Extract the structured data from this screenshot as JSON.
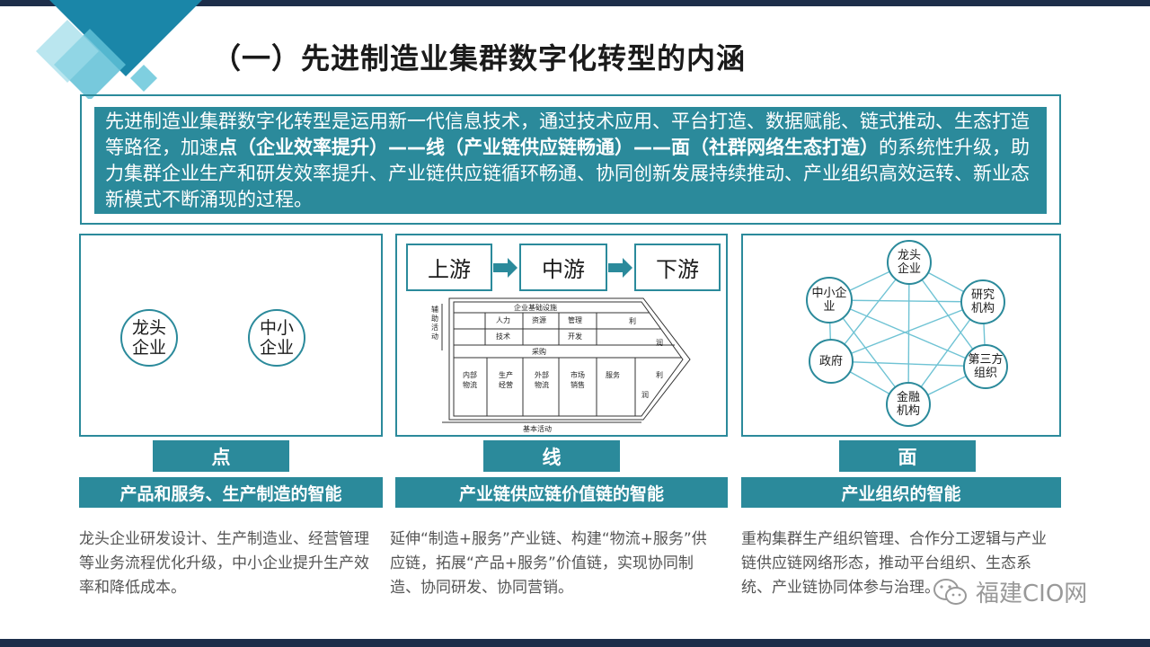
{
  "title": "（一）先进制造业集群数字化转型的内涵",
  "intro": {
    "part1": "先进制造业集群数字化转型是运用新一代信息技术，通过技术应用、平台打造、数据赋能、链式推动、生态打造等路径，加速",
    "bold1": "点（企业效率提升）——线（产业链供应链畅通）——面（社群网络生态打造）",
    "part2": "的系统性升级，助力集群企业生产和研发效率提升、产业链供应链循环畅通、协同创新发展持续推动、产业组织高效运转、新业态新模式不断涌现的过程。"
  },
  "panel_point": {
    "node_left": "龙头\n企业",
    "node_right": "中小\n企业"
  },
  "panel_line": {
    "upstream": "上游",
    "midstream": "中游",
    "downstream": "下游",
    "vc": {
      "infra": "企业基础设施",
      "hr": "人力",
      "resource": "资源",
      "manage": "管理",
      "tech": "技术",
      "develop": "开发",
      "purchase": "采购",
      "support_label": "辅助活动",
      "inbound": "内部物流",
      "production": "生产经营",
      "outbound": "外部物流",
      "marketing": "市场销售",
      "service": "服务",
      "basic_label": "基本活动",
      "li1": "利",
      "run1": "润",
      "li2": "利",
      "run2": "润"
    }
  },
  "panel_surface": {
    "nodes": {
      "leader": "龙头\n企业",
      "sme": "中小企\n业",
      "research": "研究\n机构",
      "gov": "政府",
      "third": "第三方\n组织",
      "finance": "金融\n机构"
    }
  },
  "tabs": {
    "point": "点",
    "line": "线",
    "surface": "面"
  },
  "bands": {
    "point": "产品和服务、生产制造的智能",
    "line": "产业链供应链价值链的智能",
    "surface": "产业组织的智能"
  },
  "desc": {
    "point": "龙头企业研发设计、生产制造业、经营管理等业务流程优化升级，中小企业提升生产效率和降低成本。",
    "line": "延伸“制造+服务”产业链、构建“物流+服务”供应链，拓展“产品+服务”价值链，实现协同制造、协同研发、协同营销。",
    "surface": "重构集群生产组织管理、合作分工逻辑与产业链供应链网络形态，推动平台组织、生态系统、产业链协同体参与治理。"
  },
  "watermark": "福建CIO网",
  "colors": {
    "accent": "#2b8a9b",
    "dark_bar": "#1d2e4a",
    "deco_dark": "#1a86a8",
    "deco_light": "#7fcfe0"
  },
  "icons": {
    "watermark": "wechat-icon",
    "arrow": "arrow-right-icon"
  }
}
